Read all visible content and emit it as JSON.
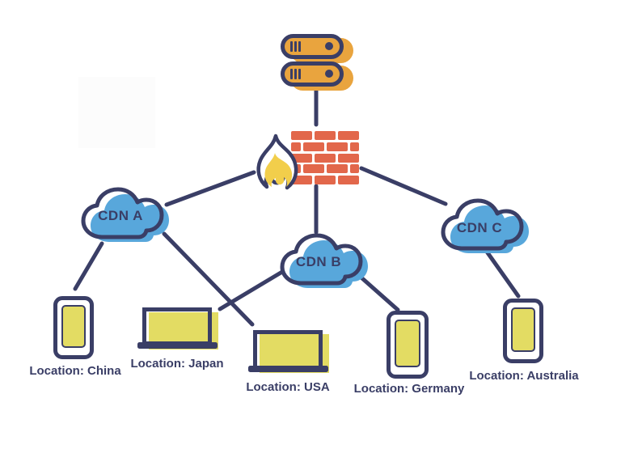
{
  "diagram": {
    "nodes": {
      "server": "origin-server",
      "firewall": "firewall"
    },
    "cdns": [
      {
        "id": "cdn-a",
        "label": "CDN A"
      },
      {
        "id": "cdn-b",
        "label": "CDN B"
      },
      {
        "id": "cdn-c",
        "label": "CDN C"
      }
    ],
    "devices": [
      {
        "id": "device-china",
        "kind": "phone",
        "label": "Location: China"
      },
      {
        "id": "device-japan",
        "kind": "laptop",
        "label": "Location: Japan"
      },
      {
        "id": "device-usa",
        "kind": "laptop",
        "label": "Location: USA"
      },
      {
        "id": "device-germany",
        "kind": "phone",
        "label": "Location: Germany"
      },
      {
        "id": "device-australia",
        "kind": "phone",
        "label": "Location: Australia"
      }
    ],
    "links": [
      {
        "from": "server",
        "to": "firewall"
      },
      {
        "from": "firewall",
        "to": "cdn-a"
      },
      {
        "from": "firewall",
        "to": "cdn-b"
      },
      {
        "from": "firewall",
        "to": "cdn-c"
      },
      {
        "from": "cdn-a",
        "to": "device-china"
      },
      {
        "from": "cdn-a",
        "to": "device-usa"
      },
      {
        "from": "cdn-b",
        "to": "device-japan"
      },
      {
        "from": "cdn-b",
        "to": "device-germany"
      },
      {
        "from": "cdn-c",
        "to": "device-australia"
      }
    ],
    "colors": {
      "navy": "#3A3E66",
      "cloud_blue": "#58A7DB",
      "server_orange": "#E9A43E",
      "brick_red": "#E2674B",
      "screen_yellow": "#E3DC63",
      "flame_yellow": "#F2CE4B",
      "background": "#FFFFFF"
    }
  }
}
